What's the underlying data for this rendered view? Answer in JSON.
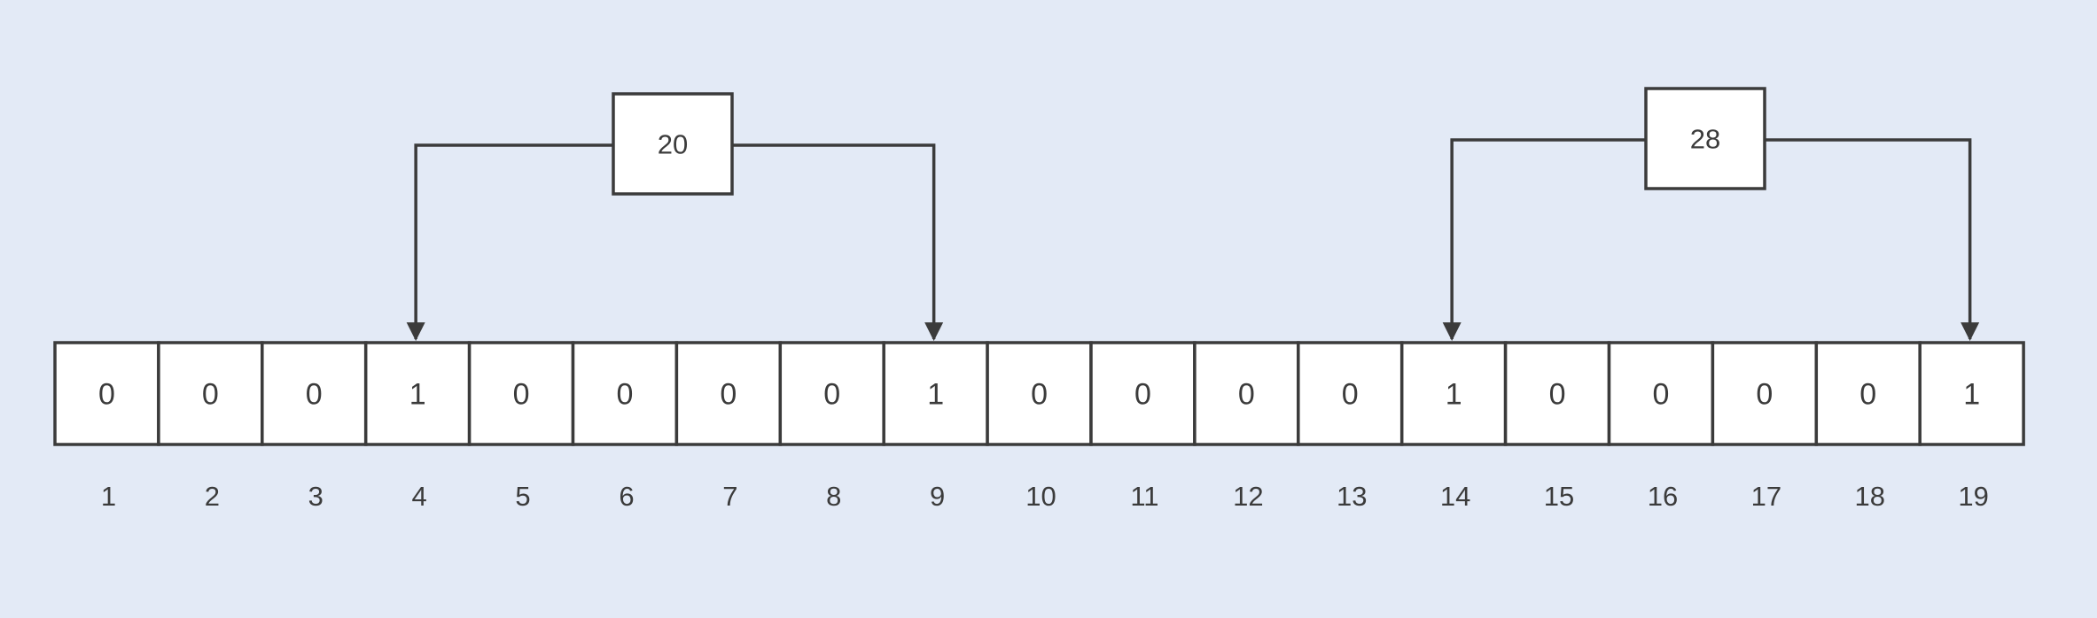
{
  "bit_array": {
    "bits": [
      "0",
      "0",
      "0",
      "1",
      "0",
      "0",
      "0",
      "0",
      "1",
      "0",
      "0",
      "0",
      "0",
      "1",
      "0",
      "0",
      "0",
      "0",
      "1"
    ],
    "indices": [
      "1",
      "2",
      "3",
      "4",
      "5",
      "6",
      "7",
      "8",
      "9",
      "10",
      "11",
      "12",
      "13",
      "14",
      "15",
      "16",
      "17",
      "18",
      "19"
    ]
  },
  "hashed_values": [
    {
      "label": "20",
      "targets": [
        4,
        9
      ]
    },
    {
      "label": "28",
      "targets": [
        14,
        19
      ]
    }
  ],
  "colors": {
    "background": "#e3eaf6",
    "stroke": "#3b3b3b",
    "fill": "#ffffff"
  }
}
